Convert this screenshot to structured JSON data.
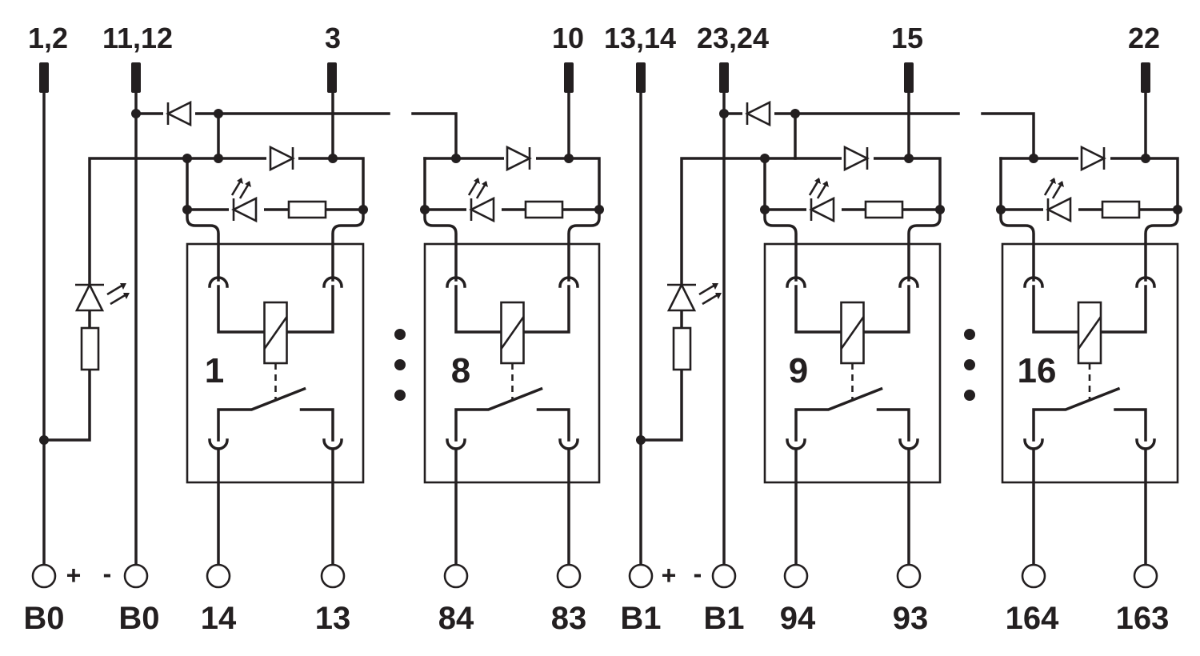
{
  "top_terminals": [
    {
      "id": "t-1-2",
      "label": "1,2"
    },
    {
      "id": "t-11-12",
      "label": "11,12"
    },
    {
      "id": "t-3",
      "label": "3"
    },
    {
      "id": "t-10",
      "label": "10"
    },
    {
      "id": "t-13-14",
      "label": "13,14"
    },
    {
      "id": "t-23-24",
      "label": "23,24"
    },
    {
      "id": "t-15",
      "label": "15"
    },
    {
      "id": "t-22",
      "label": "22"
    }
  ],
  "bottom_terminals": [
    {
      "id": "b-b0-plus",
      "label": "B0",
      "sign": "+"
    },
    {
      "id": "b-b0-minus",
      "label": "B0",
      "sign": "-"
    },
    {
      "id": "b-14",
      "label": "14"
    },
    {
      "id": "b-13",
      "label": "13"
    },
    {
      "id": "b-84",
      "label": "84"
    },
    {
      "id": "b-83",
      "label": "83"
    },
    {
      "id": "b-b1-plus",
      "label": "B1",
      "sign": "+"
    },
    {
      "id": "b-b1-minus",
      "label": "B1",
      "sign": "-"
    },
    {
      "id": "b-94",
      "label": "94"
    },
    {
      "id": "b-93",
      "label": "93"
    },
    {
      "id": "b-164",
      "label": "164"
    },
    {
      "id": "b-163",
      "label": "163"
    }
  ],
  "channels": [
    {
      "id": "ch-1",
      "label": "1"
    },
    {
      "id": "ch-8",
      "label": "8"
    },
    {
      "id": "ch-9",
      "label": "9"
    },
    {
      "id": "ch-16",
      "label": "16"
    }
  ]
}
